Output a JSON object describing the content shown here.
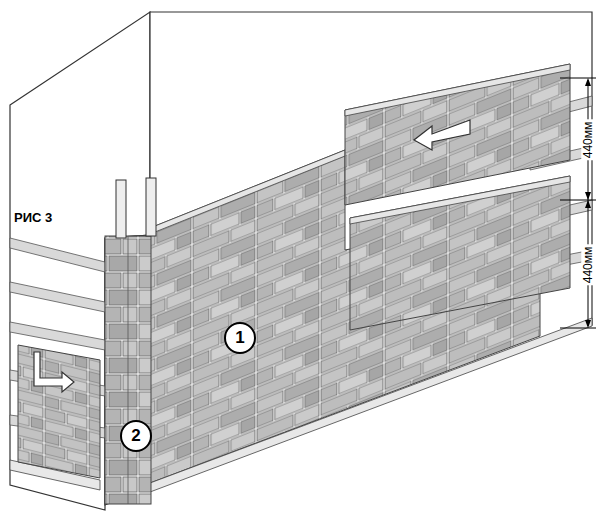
{
  "diagram": {
    "labels": [
      "РИС 3",
      "1",
      "2",
      "440мм",
      "440мм"
    ]
  }
}
